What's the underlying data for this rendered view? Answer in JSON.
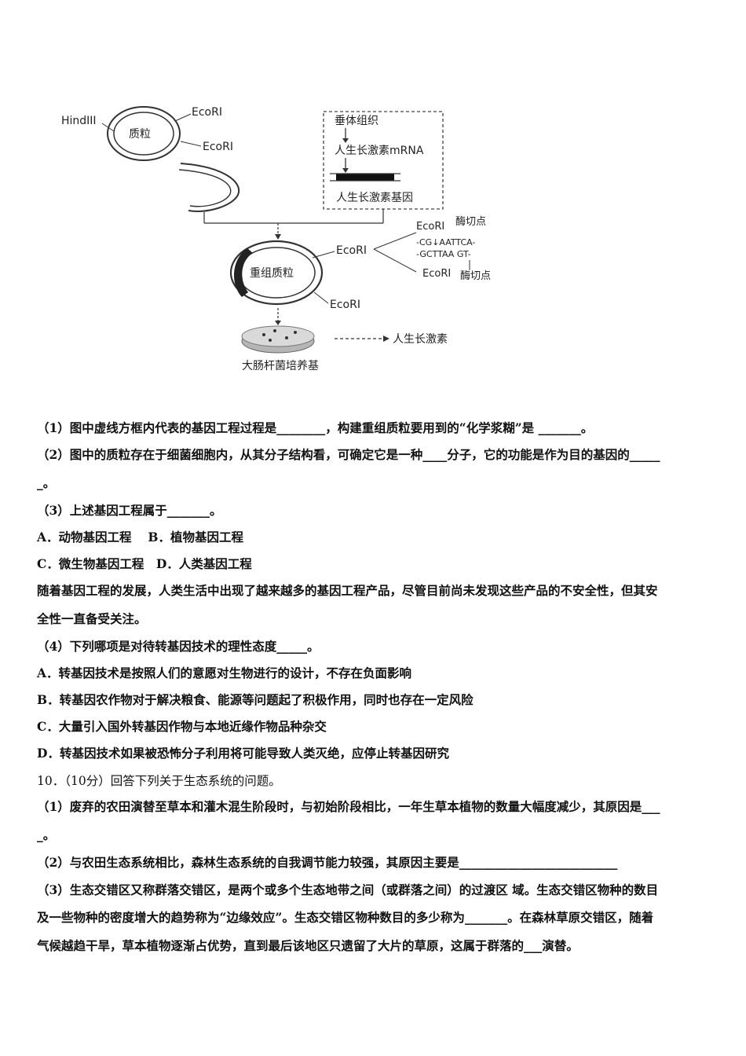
{
  "diagram": {
    "hindiii": "HindIII",
    "ecori_1": "EcoRI",
    "ecori_2": "EcoRI",
    "plasmid": "质粒",
    "box_tissue": "垂体组织",
    "box_mrna": "人生长激素mRNA",
    "box_gene": "人生长激素基因",
    "recombinant": "重组质粒",
    "ecori_3": "EcoRI",
    "ecori_4": "EcoRI",
    "site_top_enzyme": "EcoRI",
    "site_top_label": "酶切点",
    "seq_top": "-CG↓AATTCA-",
    "seq_bottom": "-GCTTAA GT-",
    "site_bottom_enzyme": "EcoRI",
    "site_bottom_label": "酶切点",
    "culture": "大肠杆菌培养基",
    "product": "人生长激素"
  },
  "lines": [
    "（1）图中虚线方框内代表的基因工程过程是________，构建重组质粒要用到的“化学浆糊”是 _______。",
    "（2）图中的质粒存在于细菌细胞内，从其分子结构看，可确定它是一种____分子，它的功能是作为目的基因的_____",
    "_。",
    "（3）上述基因工程属于_______。",
    "A．动物基因工程　 B．植物基因工程",
    "C．微生物基因工程　D．人类基因工程",
    "随着基因工程的发展，人类生活中出现了越来越多的基因工程产品，尽管目前尚未发现这些产品的不安全性，但其安",
    "全性一直备受关注。",
    "（4）下列哪项是对待转基因技术的理性态度_____。",
    "A．转基因技术是按照人们的意愿对生物进行的设计，不存在负面影响",
    "B．转基因农作物对于解决粮食、能源等问题起了积极作用，同时也存在一定风险",
    "C．大量引入国外转基因作物与本地近缘作物品种杂交",
    "D．转基因技术如果被恐怖分子利用将可能导致人类灭绝，应停止转基因研究",
    "10．（10分）回答下列关于生态系统的问题。",
    "（1）废弃的农田演替至草本和灌木混生阶段时，与初始阶段相比，一年生草本植物的数量大幅度减少，其原因是___",
    "_。",
    "（2）与农田生态系统相比，森林生态系统的自我调节能力较强，其原因主要是__________________________",
    "（3）生态交错区又称群落交错区，是两个或多个生态地带之间（或群落之间）的过渡区 域。生态交错区物种的数目",
    "及一些物种的密度增大的趋势称为“边缘效应”。生态交错区物种数目的多少称为_______。在森林草原交错区，随着",
    "气候越趋干旱，草本植物逐渐占优势，直到最后该地区只遗留了大片的草原，这属于群落的___演替。"
  ]
}
